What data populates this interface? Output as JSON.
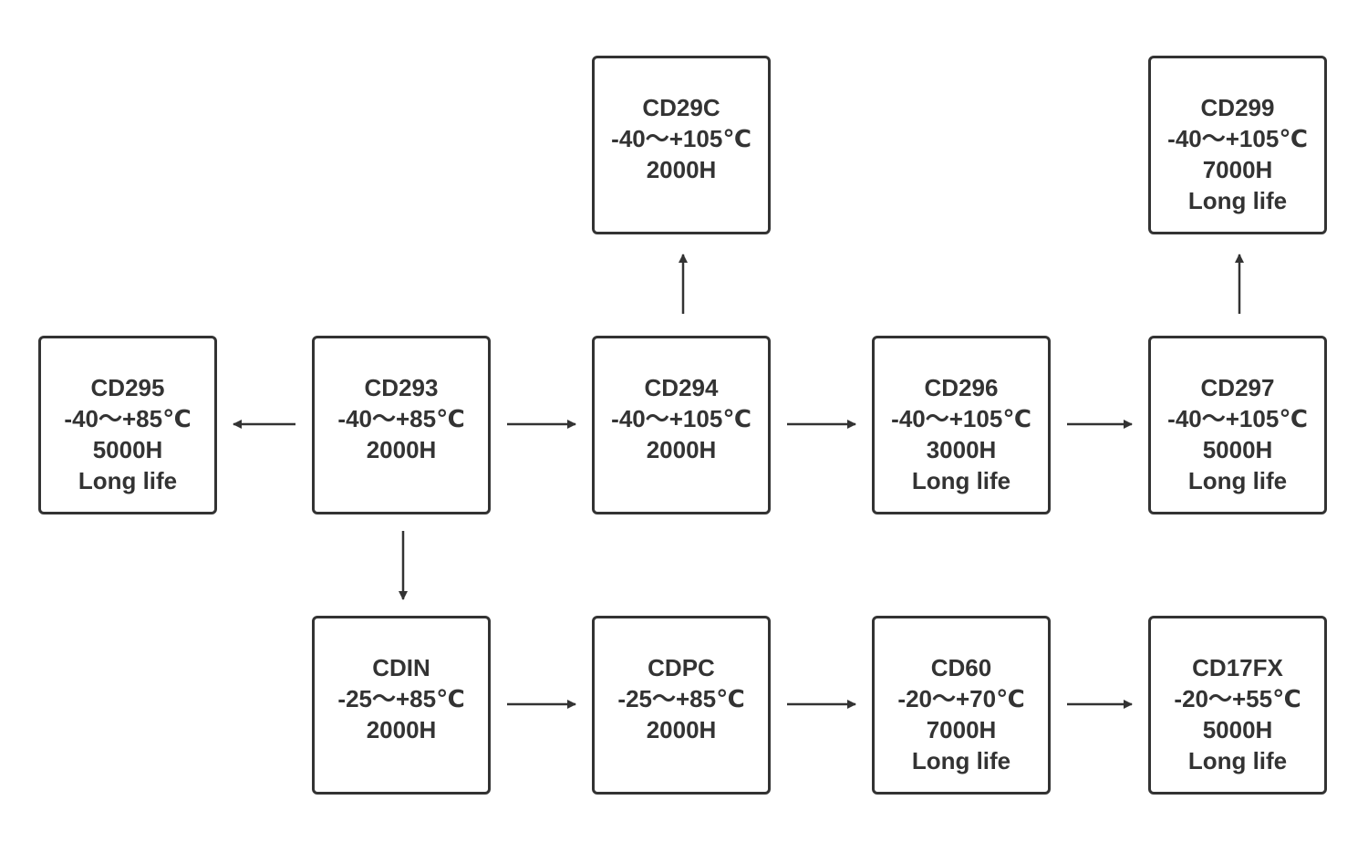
{
  "nodes": [
    {
      "id": "cd29c",
      "lines": [
        "CD29C",
        "-40～+105℃",
        "2000H"
      ]
    },
    {
      "id": "cd299",
      "lines": [
        "CD299",
        "-40～+105℃",
        "7000H",
        "Long life"
      ]
    },
    {
      "id": "cd295",
      "lines": [
        "CD295",
        "-40～+85℃",
        "5000H",
        "Long life"
      ]
    },
    {
      "id": "cd293",
      "lines": [
        "CD293",
        "-40～+85℃",
        "2000H"
      ]
    },
    {
      "id": "cd294",
      "lines": [
        "CD294",
        "-40～+105℃",
        "2000H"
      ]
    },
    {
      "id": "cd296",
      "lines": [
        "CD296",
        "-40～+105℃",
        "3000H",
        "Long life"
      ]
    },
    {
      "id": "cd297",
      "lines": [
        "CD297",
        "-40～+105℃",
        "5000H",
        "Long life"
      ]
    },
    {
      "id": "cdin",
      "lines": [
        "CDIN",
        "-25～+85℃",
        "2000H"
      ]
    },
    {
      "id": "cdpc",
      "lines": [
        "CDPC",
        "-25～+85℃",
        "2000H"
      ]
    },
    {
      "id": "cd60",
      "lines": [
        "CD60",
        "-20～+70℃",
        "7000H",
        "Long life"
      ]
    },
    {
      "id": "cd17fx",
      "lines": [
        "CD17FX",
        "-20～+55℃",
        "5000H",
        "Long life"
      ]
    }
  ],
  "edges": [
    {
      "from": "cd293",
      "to": "cd295"
    },
    {
      "from": "cd293",
      "to": "cd294"
    },
    {
      "from": "cd294",
      "to": "cd29c"
    },
    {
      "from": "cd294",
      "to": "cd296"
    },
    {
      "from": "cd296",
      "to": "cd297"
    },
    {
      "from": "cd297",
      "to": "cd299"
    },
    {
      "from": "cd293",
      "to": "cdin"
    },
    {
      "from": "cdin",
      "to": "cdpc"
    },
    {
      "from": "cdpc",
      "to": "cd60"
    },
    {
      "from": "cd60",
      "to": "cd17fx"
    }
  ],
  "colors": {
    "stroke": "#333333",
    "text": "#333333",
    "background": "#ffffff"
  }
}
